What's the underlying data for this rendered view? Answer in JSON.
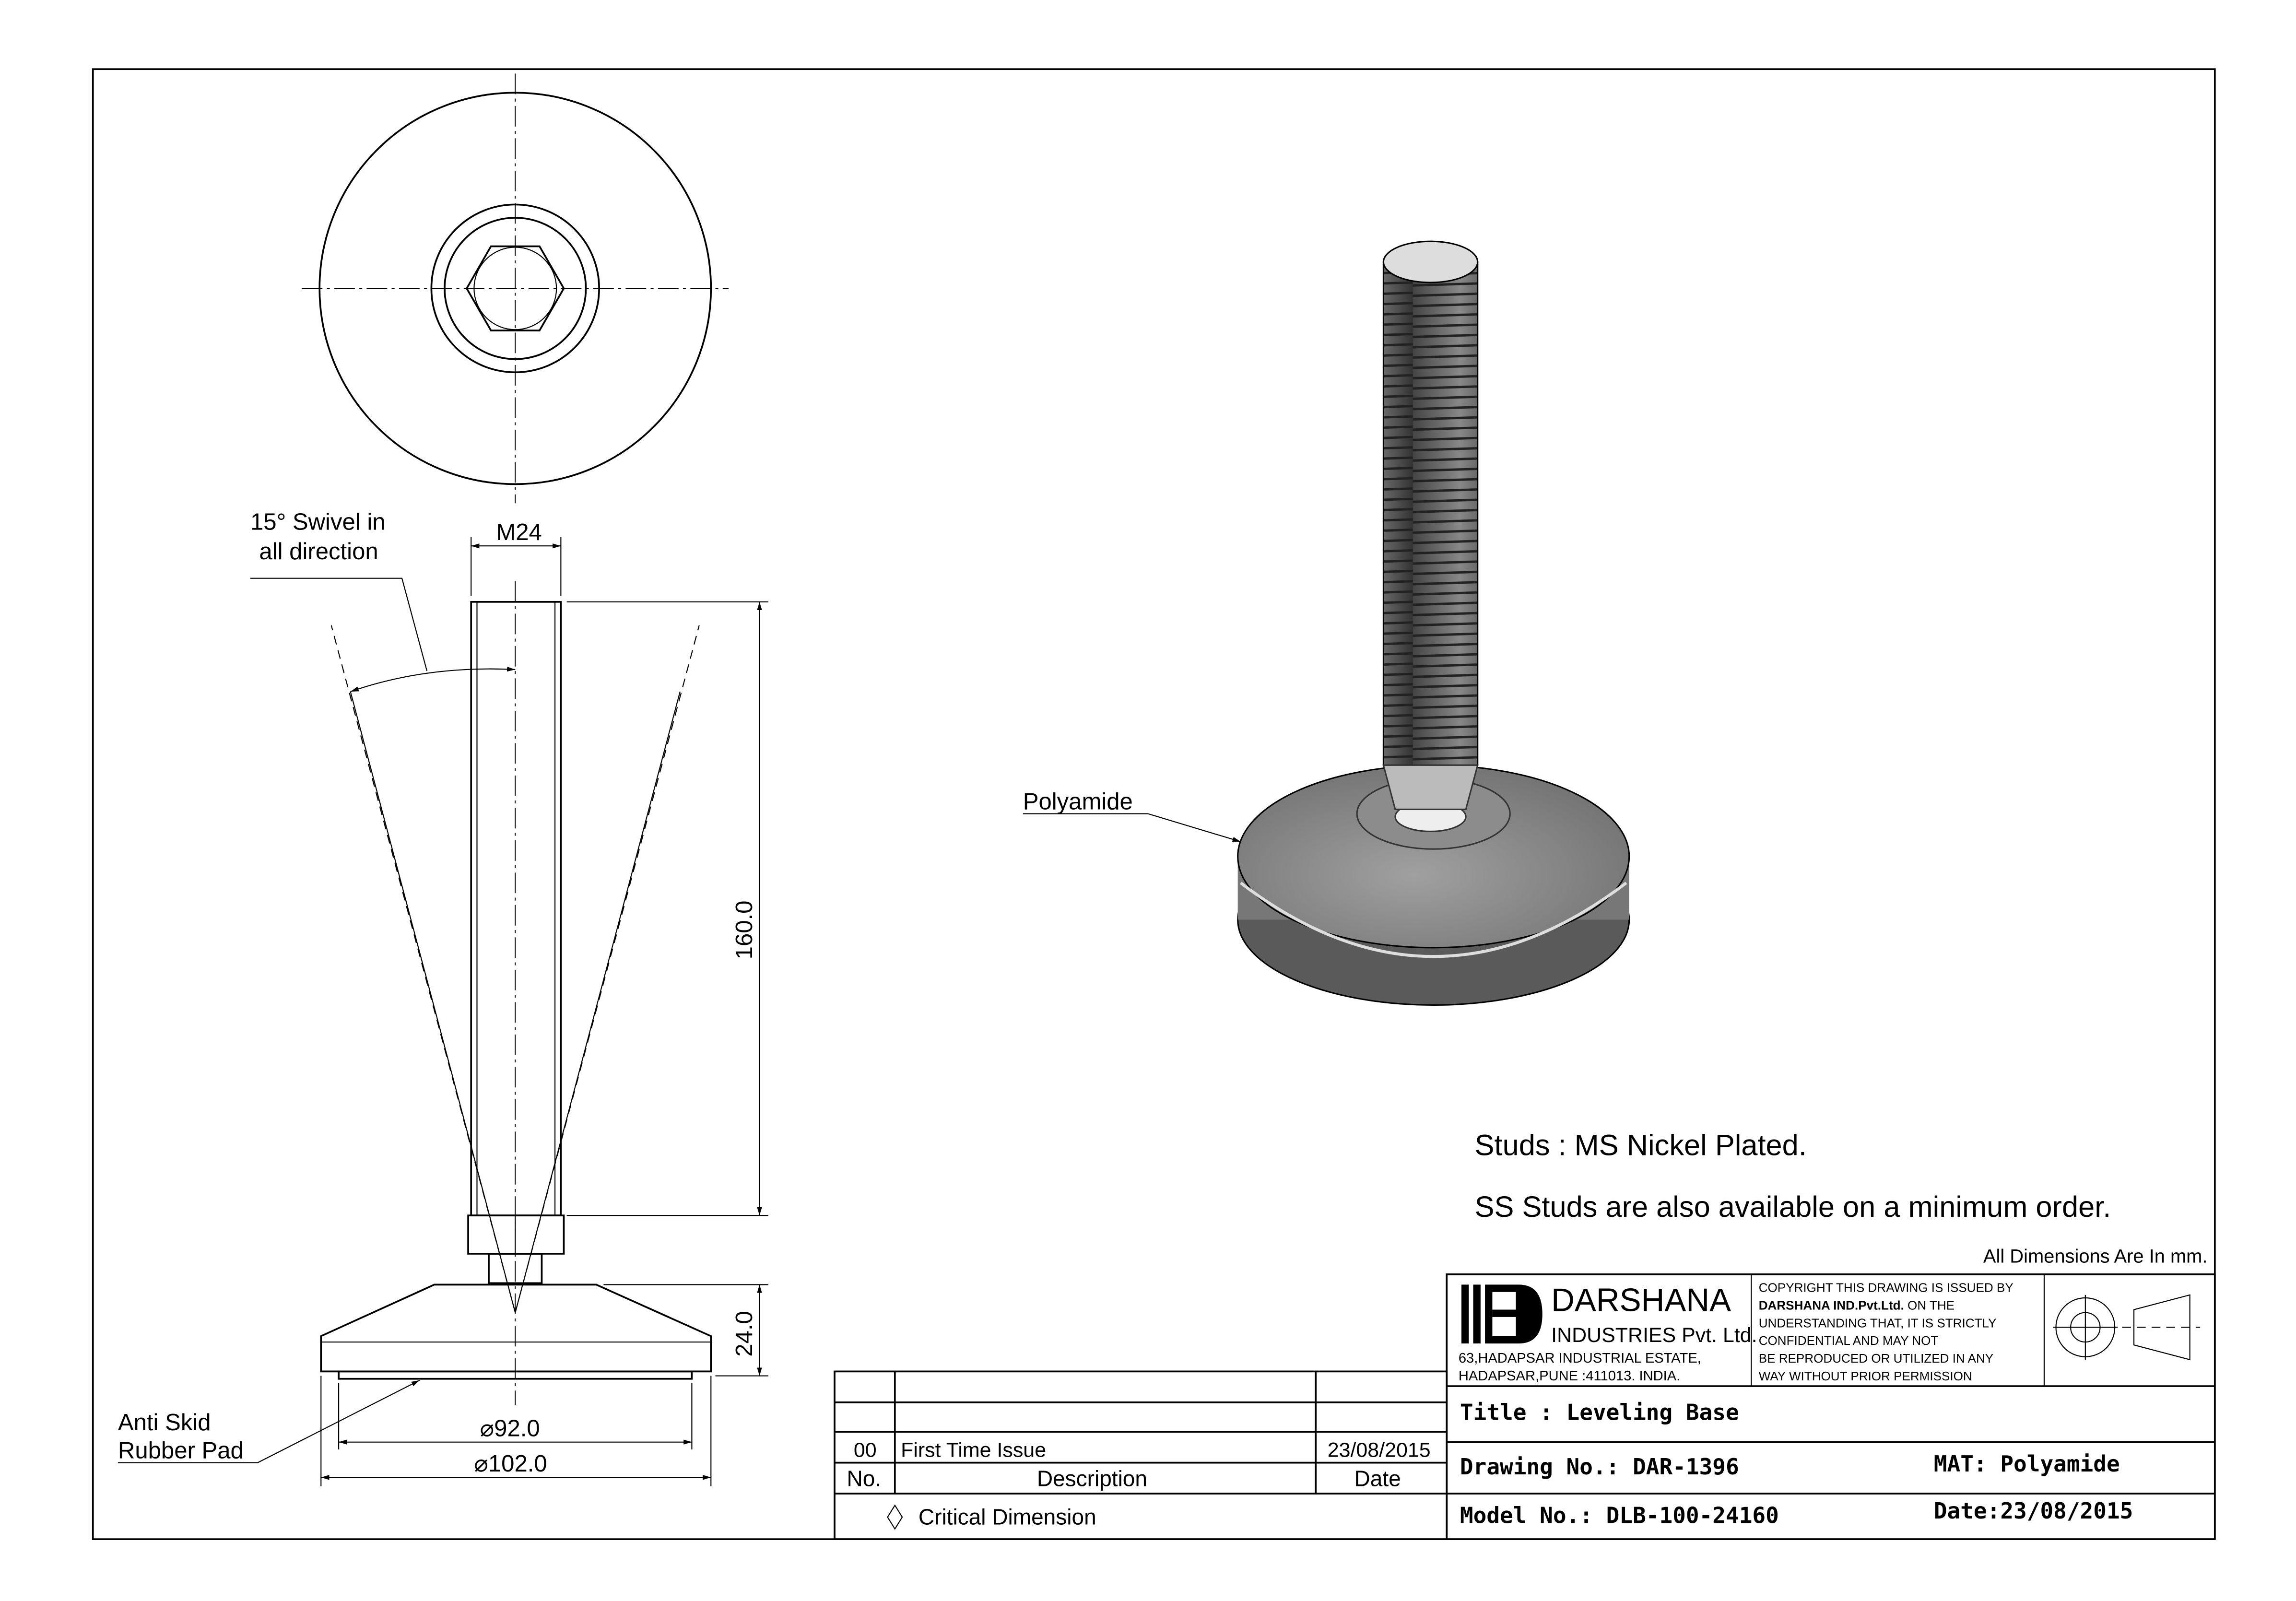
{
  "drawing": {
    "swivel_label_1": "15° Swivel in",
    "swivel_label_2": "all direction",
    "thread_dim": "M24",
    "length_dim": "160.0",
    "base_height_dim": "24.0",
    "pad_dia_dim": "⌀92.0",
    "base_dia_dim": "⌀102.0",
    "pad_label_1": "Anti Skid",
    "pad_label_2": "Rubber Pad",
    "material_callout": "Polyamide"
  },
  "notes": {
    "studs": "Studs : MS Nickel Plated.",
    "ss_studs": "SS Studs are also available on a minimum order.",
    "units": "All Dimensions Are In mm."
  },
  "title_block": {
    "company": "DARSHANA",
    "company_sub": "INDUSTRIES Pvt. Ltd.",
    "address_1": "63,HADAPSAR INDUSTRIAL ESTATE,",
    "address_2": "HADAPSAR,PUNE :411013. INDIA.",
    "copyright": [
      "COPYRIGHT THIS DRAWING IS ISSUED BY",
      "DARSHANA IND.Pvt.Ltd.",
      " ON THE",
      "UNDERSTANDING THAT, IT IS STRICTLY",
      "CONFIDENTIAL AND MAY NOT",
      "BE REPRODUCED OR UTILIZED IN ANY",
      "WAY WITHOUT PRIOR PERMISSION"
    ],
    "title": "Title : Leveling Base",
    "drawing_no": "Drawing No.: DAR-1396",
    "material": "MAT: Polyamide",
    "model_no": "Model No.: DLB-100-24160",
    "date": "Date:23/08/2015"
  },
  "revision_table": {
    "headers": {
      "no": "No.",
      "description": "Description",
      "date": "Date"
    },
    "rows": [
      {
        "no": "00",
        "description": "First Time Issue",
        "date": "23/08/2015"
      }
    ],
    "legend": "Critical Dimension"
  }
}
